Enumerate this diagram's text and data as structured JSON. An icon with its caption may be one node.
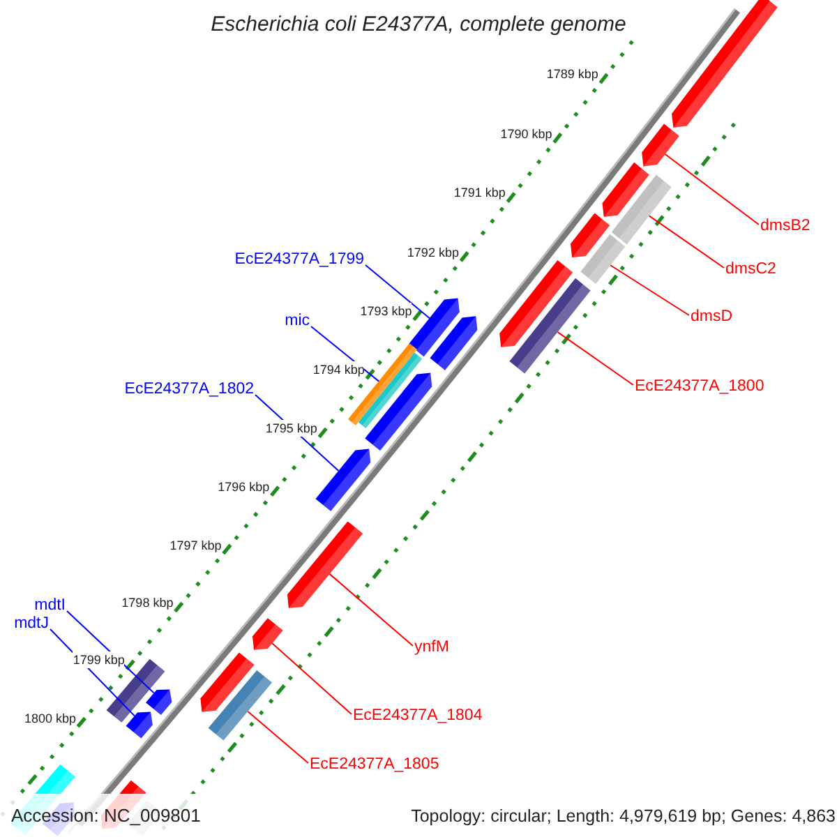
{
  "diagram": {
    "title": "Escherichia coli E24377A, complete genome",
    "nodes": [
      {
        "text": [
          "dmsB2"
        ]
      },
      {
        "text": [
          "dmsC2"
        ]
      },
      {
        "text": [
          "dmsD"
        ]
      },
      {
        "text": [
          "EcE24377A_1800"
        ]
      },
      {
        "text": [
          "EcE24377A_1799"
        ]
      },
      {
        "text": [
          "mic"
        ]
      },
      {
        "text": [
          "EcE24377A_1802"
        ]
      },
      {
        "text": [
          "ynfM"
        ]
      },
      {
        "text": [
          "EcE24377A_1804"
        ]
      },
      {
        "text": [
          "EcE24377A_1805"
        ]
      },
      {
        "text": [
          "mdtI"
        ]
      },
      {
        "text": [
          "mdtJ"
        ]
      },
      {
        "text": [],
        "shape": "arrow"
      },
      {
        "text": [],
        "shape": "arrow"
      },
      {
        "text": [],
        "shape": "arrow"
      },
      {
        "text": [],
        "shape": "bar"
      },
      {
        "text": [],
        "shape": "arrow"
      },
      {
        "text": [],
        "shape": "bar"
      },
      {
        "text": [],
        "shape": "arrow"
      },
      {
        "text": [],
        "shape": "bar"
      },
      {
        "text": [],
        "shape": "arrow"
      },
      {
        "text": [],
        "shape": "arrow"
      },
      {
        "text": [],
        "shape": "bar"
      },
      {
        "text": [],
        "shape": "bar"
      },
      {
        "text": [],
        "shape": "arrow"
      },
      {
        "text": [],
        "shape": "arrow"
      },
      {
        "text": [],
        "shape": "arrow"
      },
      {
        "text": [],
        "shape": "arrow"
      },
      {
        "text": [],
        "shape": "arrow"
      },
      {
        "text": [],
        "shape": "bar"
      },
      {
        "text": [],
        "shape": "bar"
      },
      {
        "text": [],
        "shape": "arrow"
      },
      {
        "text": [],
        "shape": "arrow"
      },
      {
        "text": [],
        "shape": "arrow"
      },
      {
        "text": [],
        "shape": "bar"
      },
      {
        "text": [],
        "shape": "bar"
      },
      {
        "text": [],
        "shape": "arrow"
      }
    ],
    "edges": [
      {
        "from": 0,
        "to": 13,
        "arrow": "none"
      },
      {
        "from": 1,
        "to": 15,
        "arrow": "none"
      },
      {
        "from": 2,
        "to": 17,
        "arrow": "none"
      },
      {
        "from": 3,
        "to": 19,
        "arrow": "none"
      },
      {
        "from": 4,
        "to": 20,
        "arrow": "none",
        "color": "#0000ff"
      },
      {
        "from": 5,
        "to": 22,
        "arrow": "none",
        "color": "#0000ff"
      },
      {
        "from": 6,
        "to": 25,
        "arrow": "none",
        "color": "#0000ff"
      },
      {
        "from": 7,
        "to": 26,
        "arrow": "none"
      },
      {
        "from": 8,
        "to": 27,
        "arrow": "none"
      },
      {
        "from": 9,
        "to": 29,
        "arrow": "none"
      },
      {
        "from": 10,
        "to": 31,
        "arrow": "none",
        "color": "#0000ff"
      },
      {
        "from": 11,
        "to": 32,
        "arrow": "none",
        "color": "#0000ff"
      }
    ],
    "labels": [
      "1789 kbp",
      "1790 kbp",
      "1791 kbp",
      "1792 kbp",
      "1793 kbp",
      "1794 kbp",
      "1795 kbp",
      "1796 kbp",
      "1797 kbp",
      "1798 kbp",
      "1799 kbp",
      "1800 kbp",
      "Accession: NC_009801",
      "Topology: circular; Length: 4,979,619 bp; Genes: 4,863"
    ]
  }
}
